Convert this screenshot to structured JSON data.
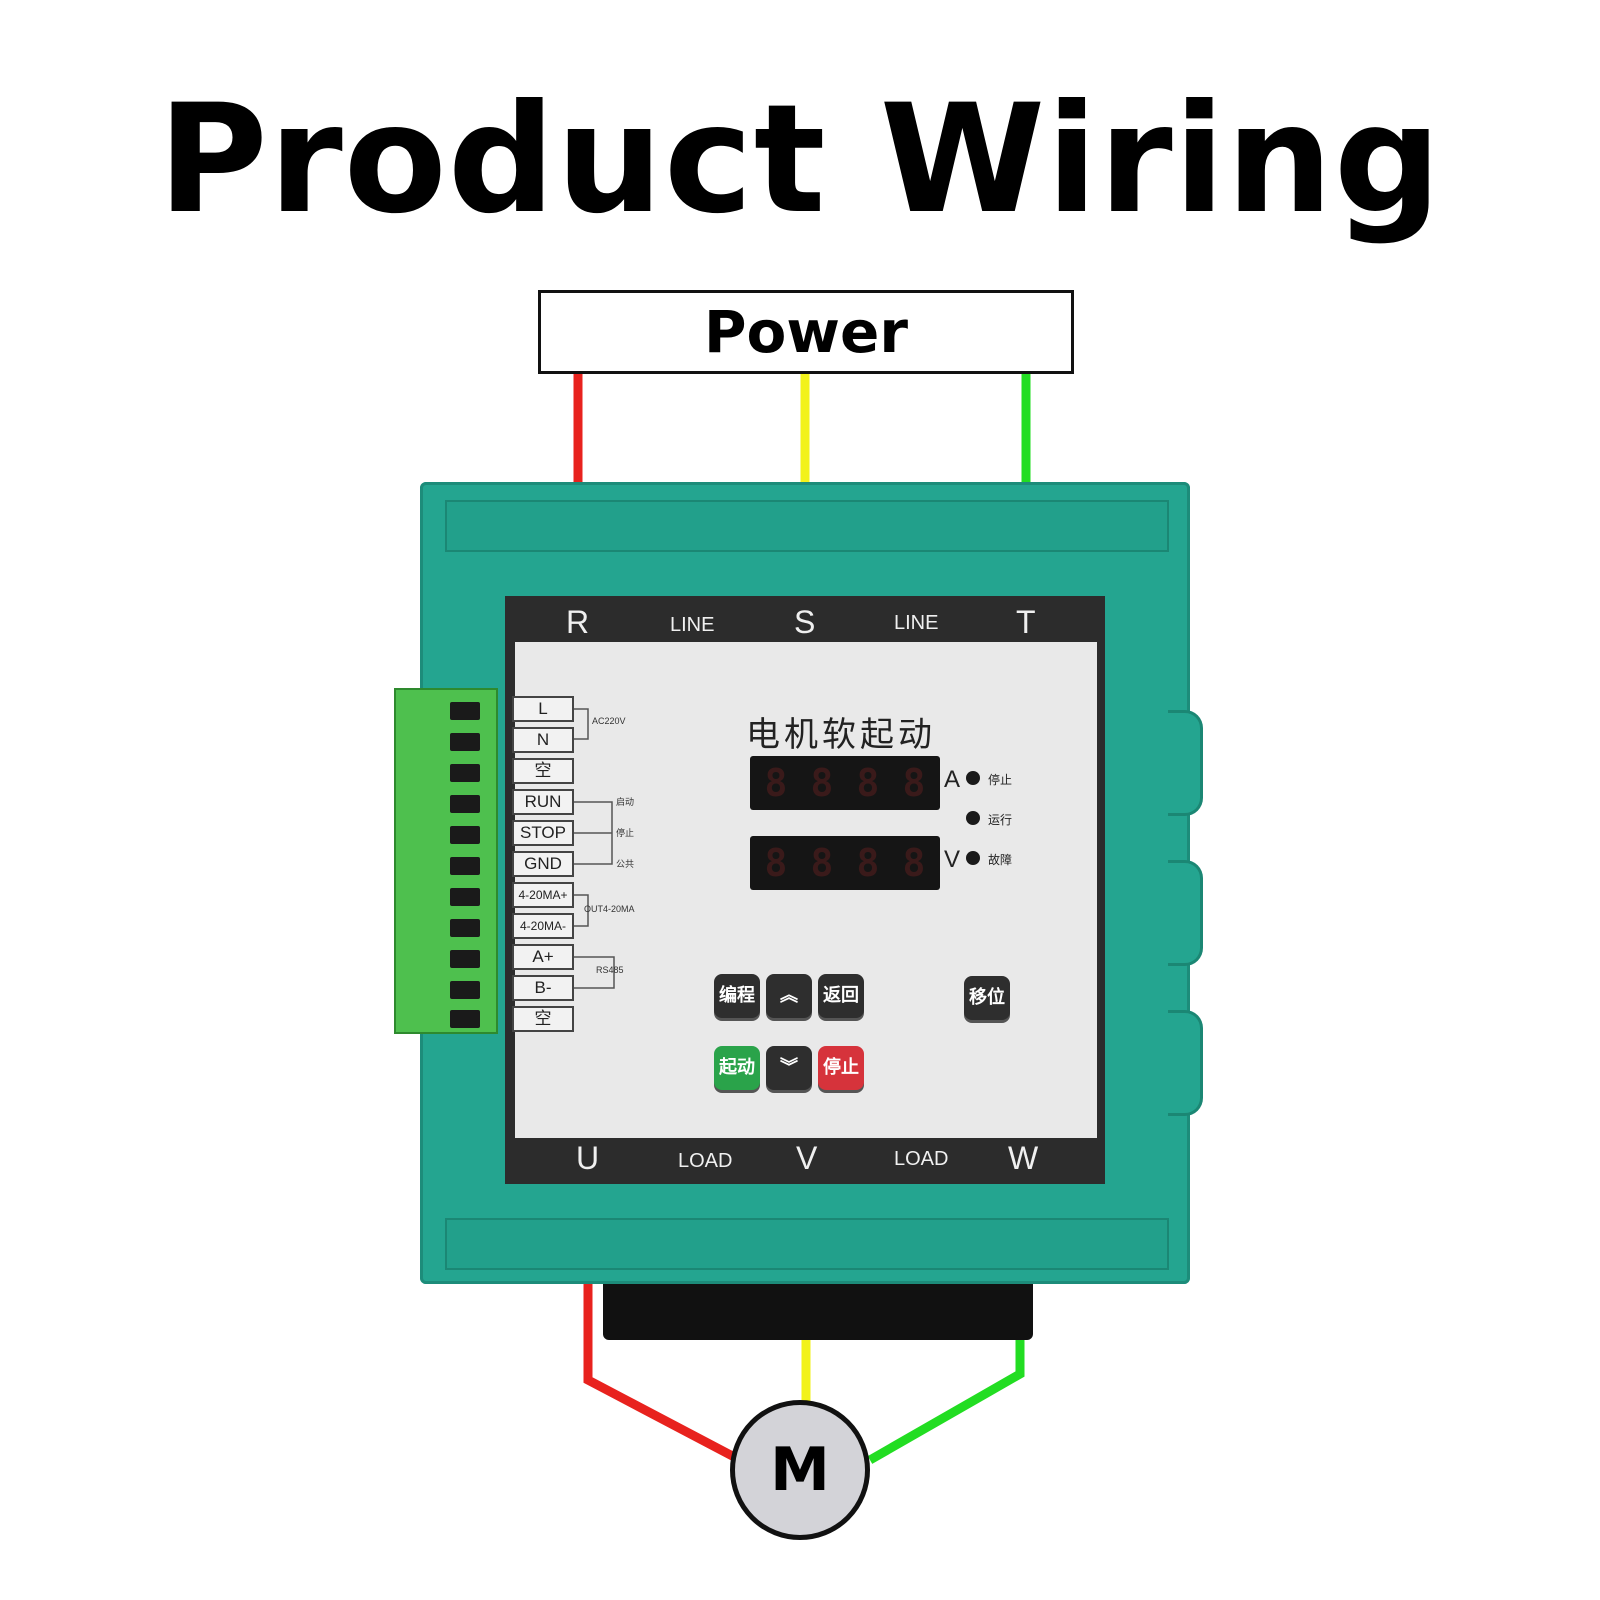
{
  "title": "Product Wiring",
  "power_label": "Power",
  "motor_label": "M",
  "wire_colors": {
    "phase1": "#e8221e",
    "phase2": "#f2f21a",
    "phase3": "#22dd22"
  },
  "device": {
    "line_terminals": [
      "R",
      "S",
      "T"
    ],
    "line_label": "LINE",
    "load_terminals": [
      "U",
      "V",
      "W"
    ],
    "load_label": "LOAD",
    "panel_title": "电机软起动",
    "display_units": [
      "A",
      "V"
    ],
    "indicators": [
      "停止",
      "运行",
      "故障"
    ],
    "keys": {
      "program": "编程",
      "up": "︽",
      "back": "返回",
      "shift": "移位",
      "start": "起动",
      "down": "︾",
      "stop": "停止"
    },
    "terminal_labels": [
      "L",
      "N",
      "空",
      "RUN",
      "STOP",
      "GND",
      "4-20MA+",
      "4-20MA-",
      "A+",
      "B-",
      "空"
    ],
    "terminal_notes": {
      "ac": "AC220V",
      "run": "启动",
      "stop": "停止",
      "common": "公共",
      "out": "OUT4-20MA",
      "rs485": "RS485"
    }
  }
}
